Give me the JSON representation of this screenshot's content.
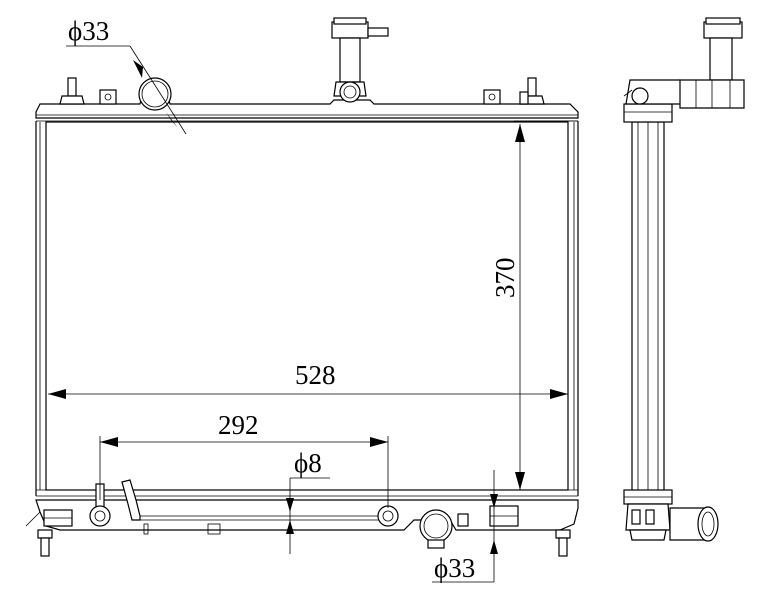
{
  "dimensions": {
    "top_inlet_diameter": "ϕ33",
    "height": "370",
    "width": "528",
    "fitting_spacing": "292",
    "small_fitting_diameter": "ϕ8",
    "bottom_outlet_diameter": "ϕ33"
  }
}
